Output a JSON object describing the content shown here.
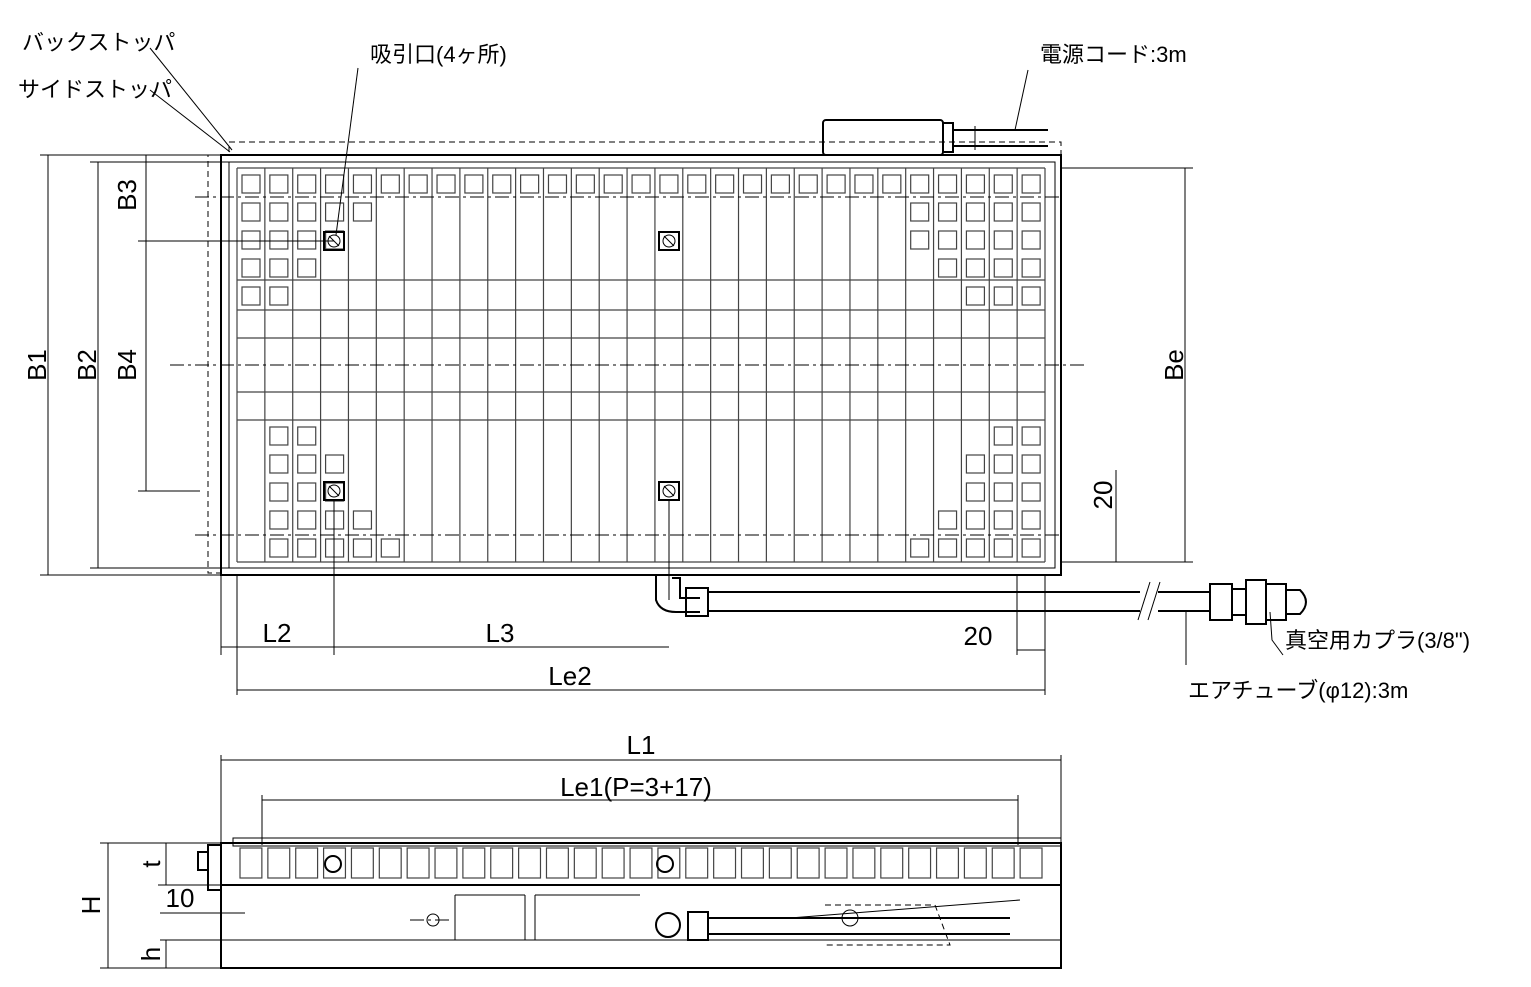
{
  "labels": {
    "back_stopper": "バックストッパ",
    "side_stopper": "サイドストッパ",
    "suction_port": "吸引口(4ヶ所)",
    "power_cord": "電源コード:3m",
    "vacuum_coupler": "真空用カプラ(3/8\")",
    "air_tube": "エアチューブ(φ12):3m"
  },
  "dimensions": {
    "b1": "B1",
    "b2": "B2",
    "b3": "B3",
    "b4": "B4",
    "be": "Be",
    "l1": "L1",
    "l2": "L2",
    "l3": "L3",
    "le1": "Le1(P=3+17)",
    "le2": "Le2",
    "h_total": "H",
    "h_base": "h",
    "t": "t",
    "d20_vertical": "20",
    "d20_horizontal": "20",
    "d10": "10"
  }
}
